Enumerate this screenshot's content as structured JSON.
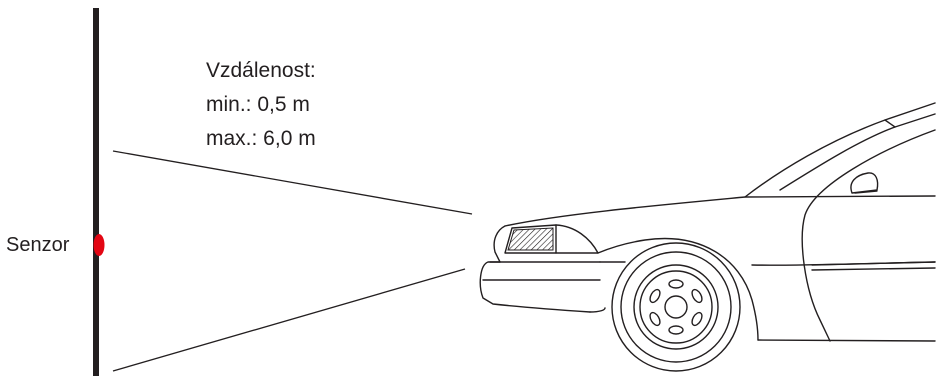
{
  "distance": {
    "title": "Vzdálenost:",
    "min_text": "min.: 0,5 m",
    "max_text": "max.: 6,0 m"
  },
  "sensor": {
    "label": "Senzor",
    "color": "#e30613"
  },
  "colors": {
    "line": "#231f20",
    "background": "#ffffff"
  },
  "icons": {
    "sensor_pole": "vertical-bar",
    "sensor_dot": "red-oval",
    "vehicle": "car-outline"
  }
}
